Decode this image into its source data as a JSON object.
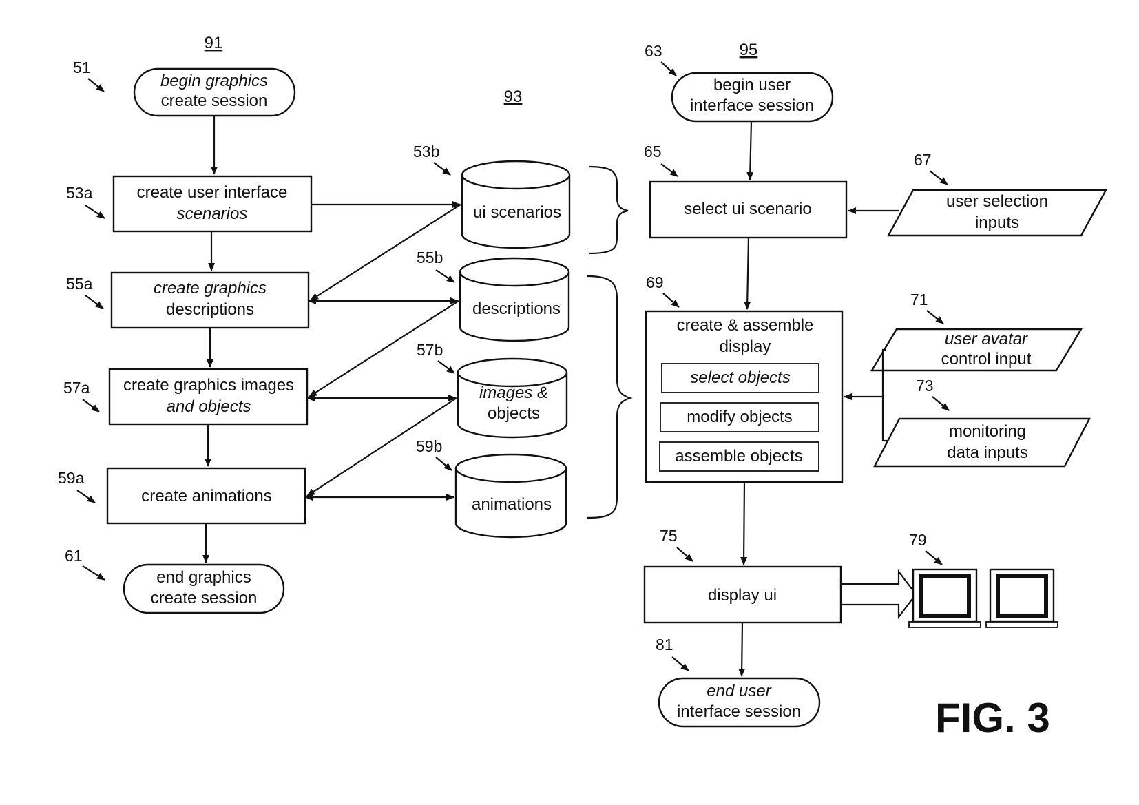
{
  "refs": {
    "r91": "91",
    "r93": "93",
    "r95": "95",
    "r51": "51",
    "r53a": "53a",
    "r55a": "55a",
    "r57a": "57a",
    "r59a": "59a",
    "r61": "61",
    "r53b": "53b",
    "r55b": "55b",
    "r57b": "57b",
    "r59b": "59b",
    "r63": "63",
    "r65": "65",
    "r67": "67",
    "r69": "69",
    "r71": "71",
    "r73": "73",
    "r75": "75",
    "r79": "79",
    "r81": "81"
  },
  "left_flow": {
    "begin": [
      "begin graphics",
      "create session"
    ],
    "create_ui": [
      "create user interface",
      "scenarios"
    ],
    "create_desc": [
      "create graphics",
      "descriptions"
    ],
    "create_images": [
      "create graphics images",
      "and objects"
    ],
    "create_anim": "create animations",
    "end": [
      "end graphics",
      "create session"
    ]
  },
  "databases": {
    "ui_scenarios": "ui scenarios",
    "descriptions": "descriptions",
    "images": [
      "images &",
      "objects"
    ],
    "animations": "animations"
  },
  "right_flow": {
    "begin": [
      "begin user",
      "interface session"
    ],
    "select": "select ui scenario",
    "user_selection": [
      "user selection",
      "inputs"
    ],
    "assemble_title": [
      "create & assemble",
      "display"
    ],
    "select_objects": "select objects",
    "modify_objects": "modify objects",
    "assemble_objects": "assemble objects",
    "avatar_input": [
      "user avatar",
      "control input"
    ],
    "monitoring_input": [
      "monitoring",
      "data inputs"
    ],
    "display": "display ui",
    "end": [
      "end user",
      "interface session"
    ]
  },
  "figure_label": "FIG. 3"
}
